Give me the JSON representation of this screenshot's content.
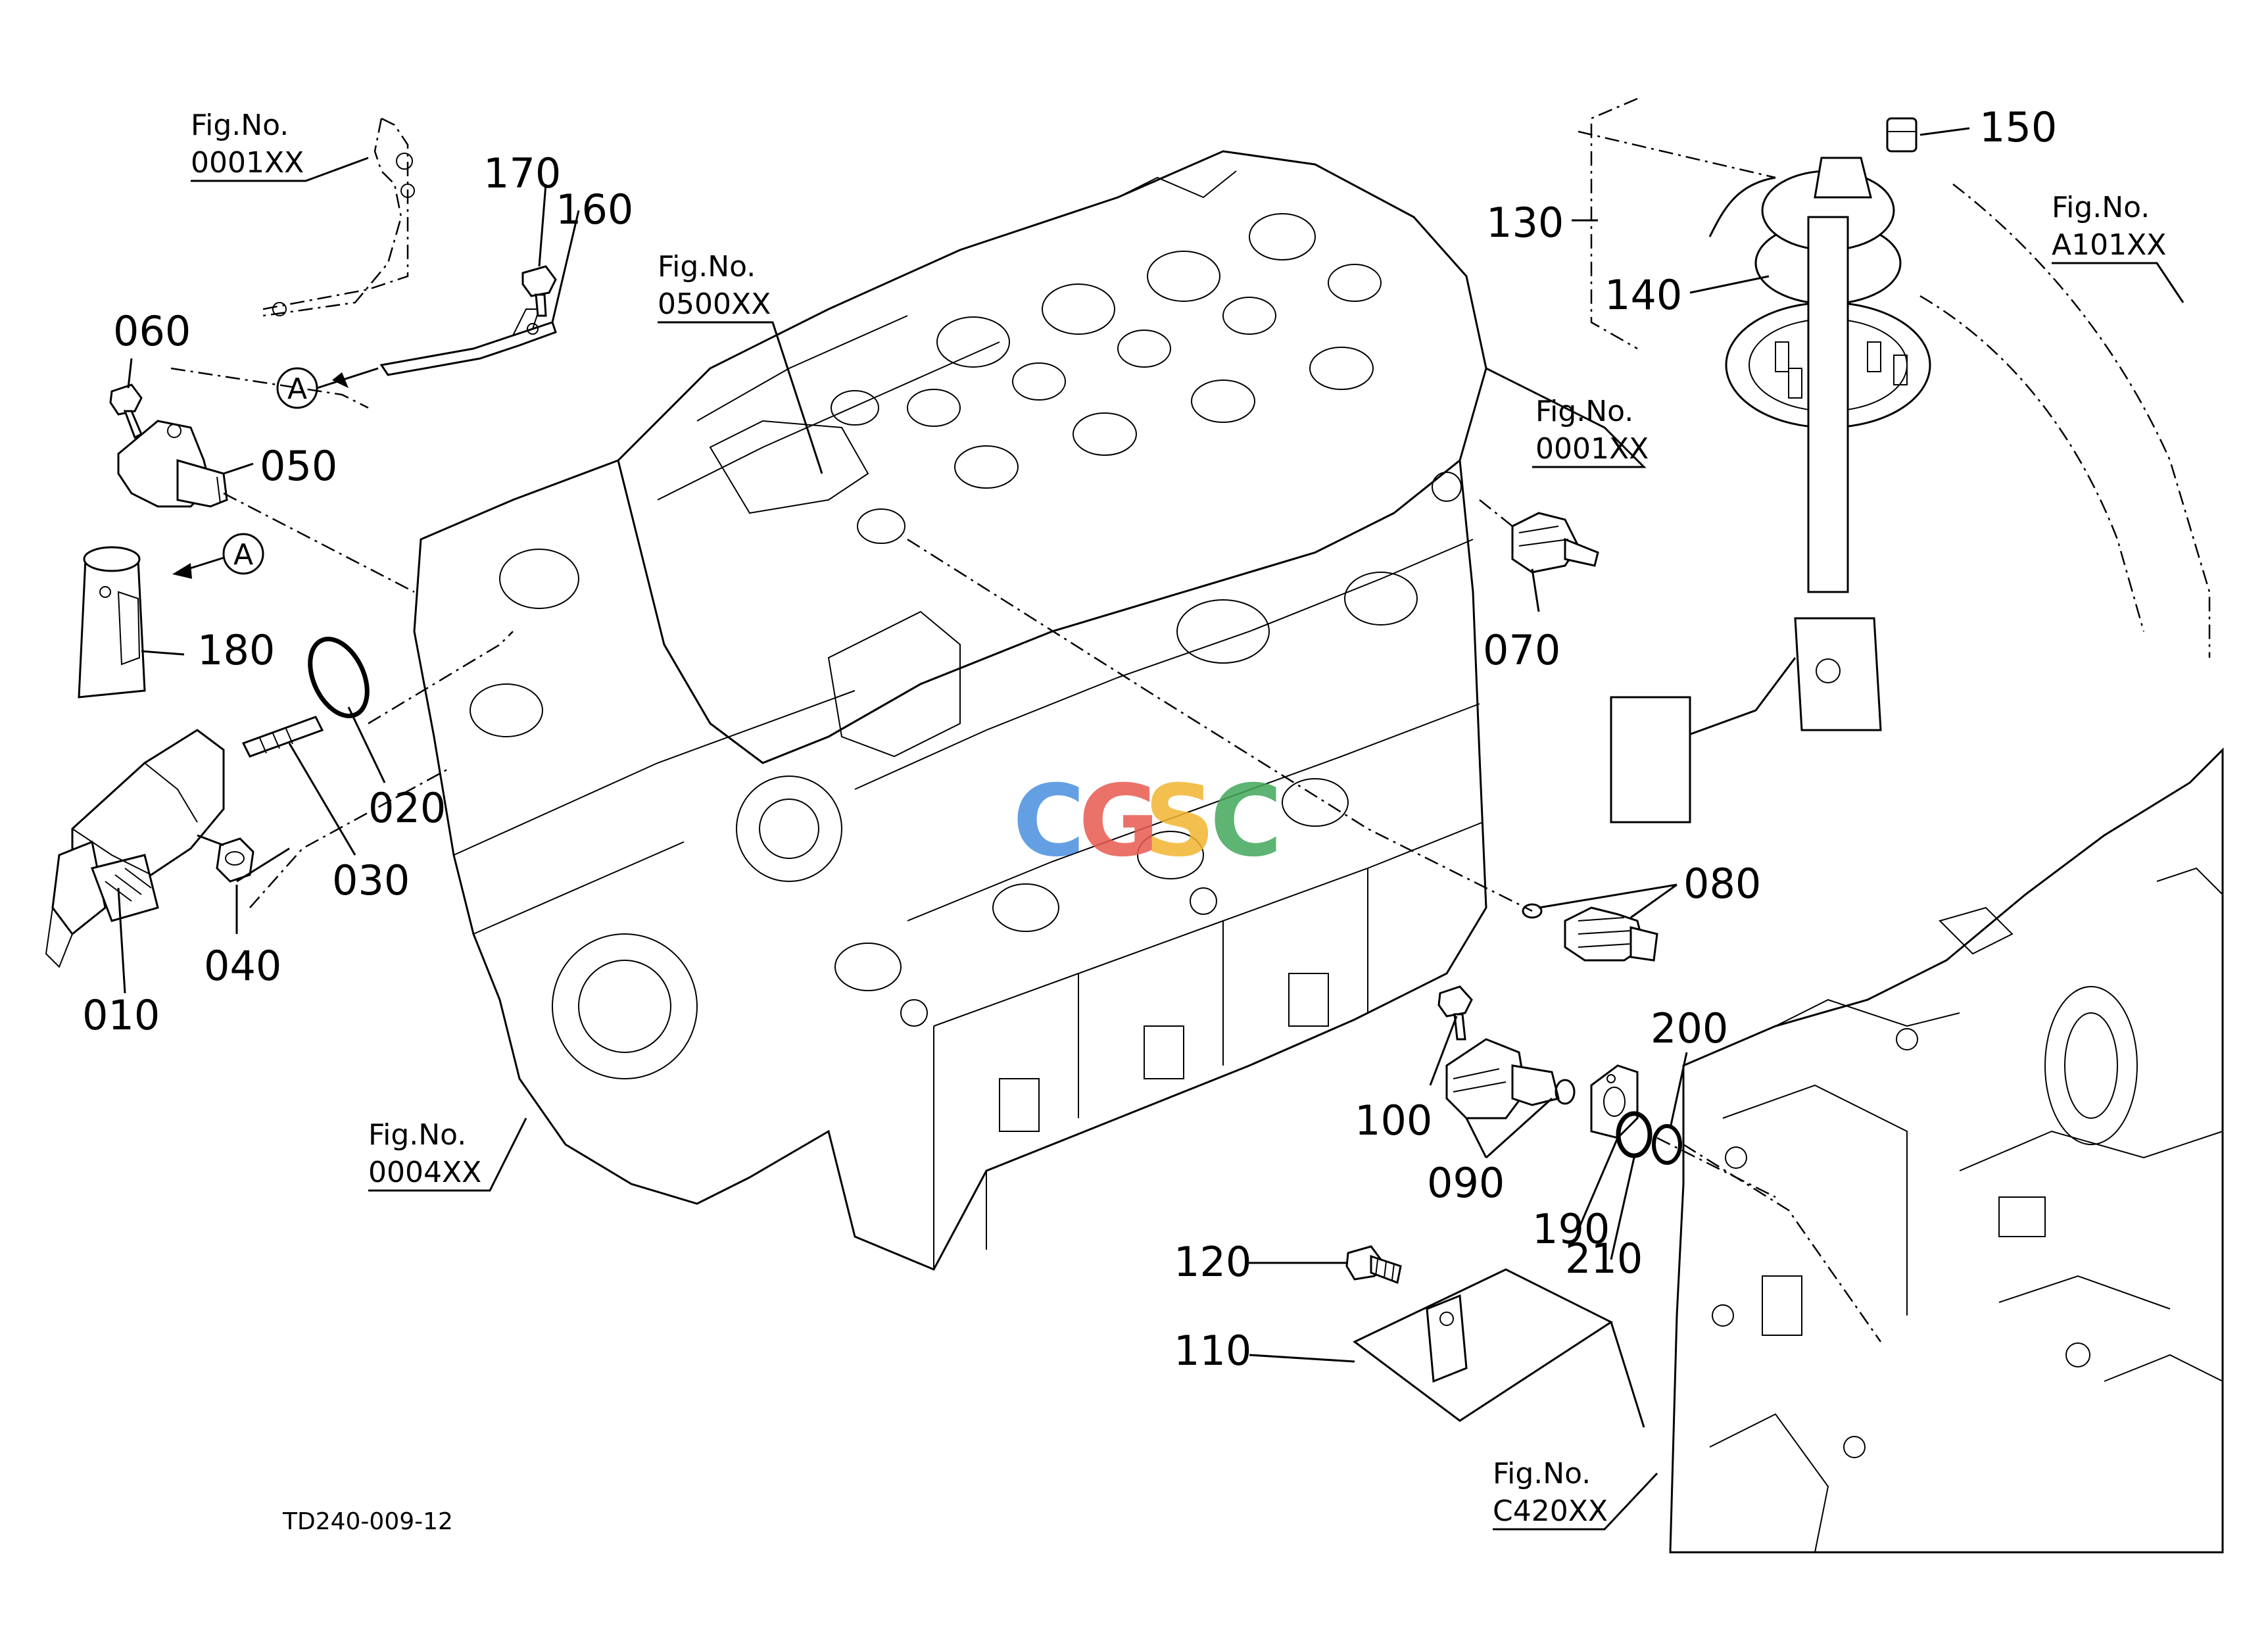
{
  "diagram_code": "TD240-009-12",
  "watermark": {
    "letters": [
      "C",
      "G",
      "S",
      "C"
    ],
    "colors": [
      "#4a8fe0",
      "#e85a4f",
      "#f2b632",
      "#43a85a"
    ]
  },
  "figure_refs": [
    {
      "id": "fig-0001-top",
      "line1": "Fig.No.",
      "line2": "0001XX"
    },
    {
      "id": "fig-0500",
      "line1": "Fig.No.",
      "line2": "0500XX"
    },
    {
      "id": "fig-0001-right",
      "line1": "Fig.No.",
      "line2": "0001XX"
    },
    {
      "id": "fig-0004",
      "line1": "Fig.No.",
      "line2": "0004XX"
    },
    {
      "id": "fig-a101",
      "line1": "Fig.No.",
      "line2": "A101XX"
    },
    {
      "id": "fig-c420",
      "line1": "Fig.No.",
      "line2": "C420XX"
    }
  ],
  "parts": [
    {
      "id": "p010",
      "label": "010"
    },
    {
      "id": "p020",
      "label": "020"
    },
    {
      "id": "p030",
      "label": "030"
    },
    {
      "id": "p040",
      "label": "040"
    },
    {
      "id": "p050",
      "label": "050"
    },
    {
      "id": "p060",
      "label": "060"
    },
    {
      "id": "p070",
      "label": "070"
    },
    {
      "id": "p080",
      "label": "080"
    },
    {
      "id": "p090",
      "label": "090"
    },
    {
      "id": "p100",
      "label": "100"
    },
    {
      "id": "p110",
      "label": "110"
    },
    {
      "id": "p120",
      "label": "120"
    },
    {
      "id": "p130",
      "label": "130"
    },
    {
      "id": "p140",
      "label": "140"
    },
    {
      "id": "p150",
      "label": "150"
    },
    {
      "id": "p160",
      "label": "160"
    },
    {
      "id": "p170",
      "label": "170"
    },
    {
      "id": "p180",
      "label": "180"
    },
    {
      "id": "p190",
      "label": "190"
    },
    {
      "id": "p200",
      "label": "200"
    },
    {
      "id": "p210",
      "label": "210"
    }
  ],
  "callouts": [
    {
      "id": "a1",
      "label": "A"
    },
    {
      "id": "a2",
      "label": "A"
    }
  ]
}
